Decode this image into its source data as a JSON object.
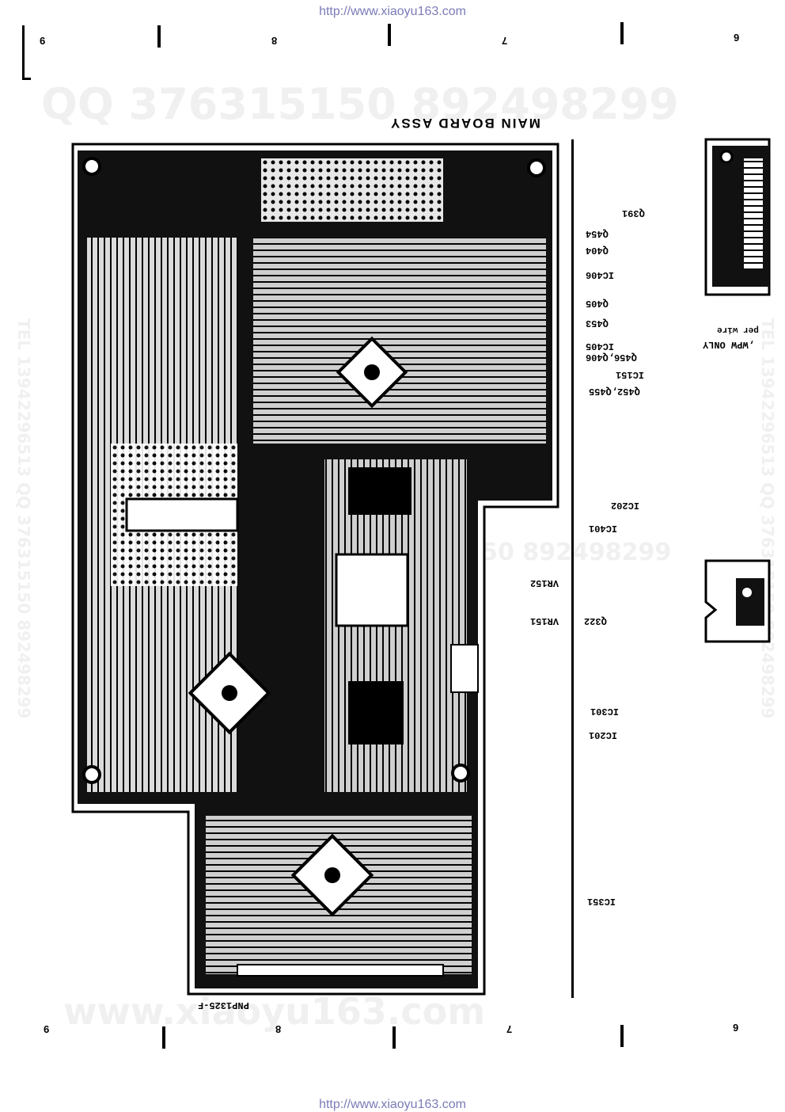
{
  "header": {
    "url": "http://www.xiaoyu163.com"
  },
  "footer": {
    "url": "http://www.xiaoyu163.com"
  },
  "watermarks": {
    "top": "QQ 376315150   892498299",
    "middle": "TEL 13942296513  QQ 376315150  892498299",
    "bottom": "www.xiaoyu163.com",
    "side_left": "TEL 13942296513 QQ 376315150 892498299",
    "side_right": "TEL 13942296513 QQ 376315150 892498299"
  },
  "zones": {
    "top": [
      "9",
      "8",
      "7",
      "6"
    ],
    "bottom": [
      "9",
      "8",
      "7",
      "6"
    ]
  },
  "board": {
    "title": "MAIN BOARD ASSY",
    "part_number": "PNP1325-F"
  },
  "component_labels": [
    "Q391",
    "Q454",
    "Q404",
    "IC406",
    "Q405",
    "Q453",
    "IC405",
    "Q456,Q406",
    "IC151",
    "Q452,Q455",
    "IC202",
    "IC401",
    "VR152",
    "VR151",
    "Q322",
    "IC301",
    "IC201",
    "IC351"
  ],
  "side_notes": {
    "jumper": "per wire",
    "model": ",WPW ONLY"
  },
  "colors": {
    "ink": "#000000",
    "url": "#7b7bb8",
    "watermark": "#f0f0f0"
  }
}
